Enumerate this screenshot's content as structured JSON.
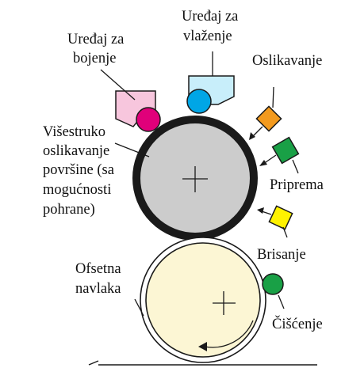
{
  "labels": {
    "inking_unit_line1": "Uređaj za",
    "inking_unit_line2": "bojenje",
    "dampening_unit_line1": "Uređaj za",
    "dampening_unit_line2": "vlaženje",
    "imaging": "Oslikavanje",
    "multi_imaging_line1": "Višestruko",
    "multi_imaging_line2": "oslikavanje",
    "multi_imaging_line3": "površine (sa",
    "multi_imaging_line4": "mogućnosti",
    "multi_imaging_line5": "pohrane)",
    "preparation": "Priprema",
    "erasing": "Brisanje",
    "blanket_line1": "Ofsetna",
    "blanket_line2": "navlaka",
    "cleaning": "Čišćenje"
  },
  "colors": {
    "ink_box": "#f7c6dd",
    "ink_roller": "#e0007a",
    "dampening_box": "#c8eefa",
    "dampening_roller": "#00a6e6",
    "imaging_unit": "#f39a1e",
    "preparation_unit": "#19a046",
    "erasing_unit": "#fff200",
    "cleaning_roller": "#19a046",
    "cylinder_fill": "#cccccc",
    "cylinder_rim": "#1a1a1a",
    "blanket_fill": "#fcf6d4"
  }
}
